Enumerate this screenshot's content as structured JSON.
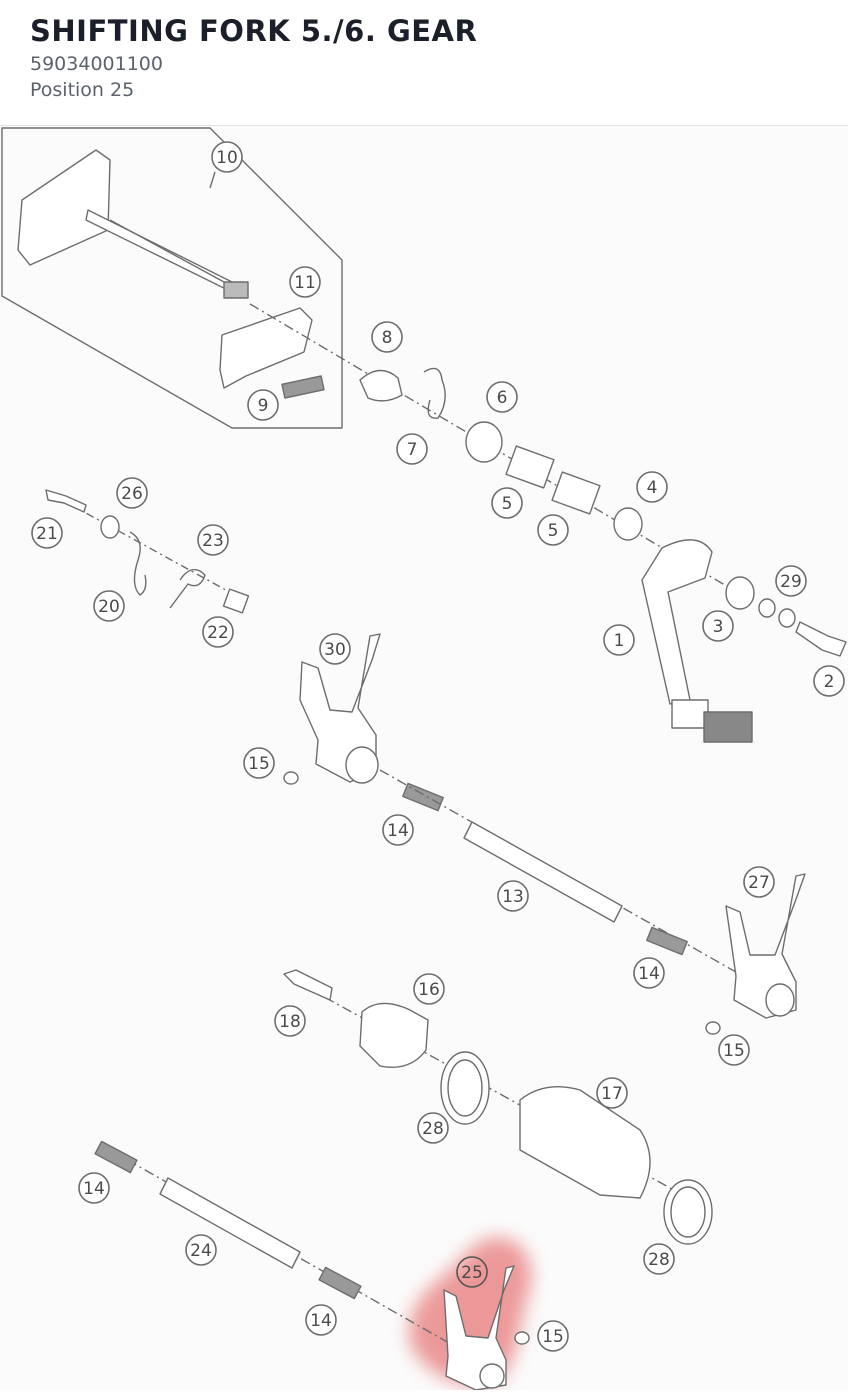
{
  "part": {
    "title": "SHIFTING FORK 5./6. GEAR",
    "part_number": "59034001100",
    "position": "Position 25"
  },
  "diagram": {
    "highlighted_callout": "25",
    "highlight_color": "#e04848",
    "callouts": [
      "10",
      "11",
      "8",
      "9",
      "7",
      "6",
      "5",
      "5",
      "4",
      "26",
      "21",
      "23",
      "20",
      "22",
      "29",
      "3",
      "1",
      "2",
      "30",
      "15",
      "14",
      "13",
      "27",
      "14",
      "15",
      "16",
      "18",
      "17",
      "28",
      "28",
      "14",
      "24",
      "25",
      "14",
      "15"
    ]
  }
}
